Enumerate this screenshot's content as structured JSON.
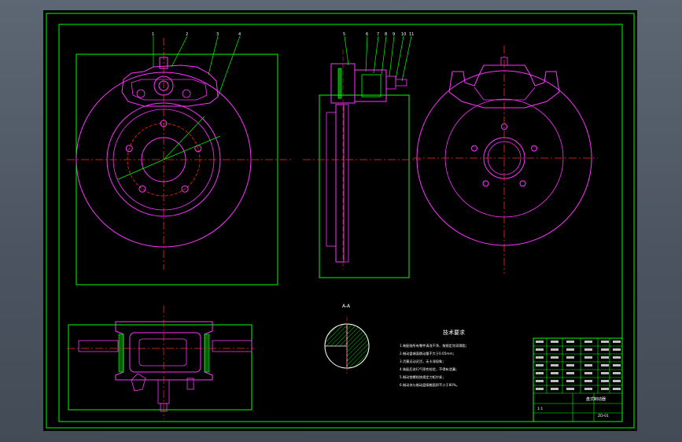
{
  "window": {
    "background_color": "#56606c",
    "canvas_color": "#000000"
  },
  "colors": {
    "frame": "#00ff00",
    "outline": "#ff33ff",
    "center": "#ff2a2a",
    "text": "#ffffff",
    "hatch": "#00ff00",
    "dim": "#00ff00",
    "pcd": "#ff2020"
  },
  "notes": {
    "heading": "技术要求",
    "lines": [
      "1.装配前所有零件清洗干净，按规定涂润滑脂；",
      "2.制动盘端面跳动量不大于0.05mm；",
      "3.活塞运动灵活，无卡滞现象；",
      "4.装配后进行气密性检验，不得有泄漏；",
      "5.制动钳螺栓按规定力矩拧紧；",
      "6.制动块与制动盘接触面积不小于80%。"
    ]
  },
  "section": {
    "label": "A-A"
  },
  "views": {
    "labels": [
      "1",
      "2",
      "3",
      "4"
    ],
    "side_labels": [
      "5",
      "6",
      "7",
      "8",
      "9",
      "10",
      "11"
    ]
  },
  "title_block": {
    "name": "盘式制动器",
    "scale": "1:1",
    "drawing_no": "ZD-01"
  }
}
